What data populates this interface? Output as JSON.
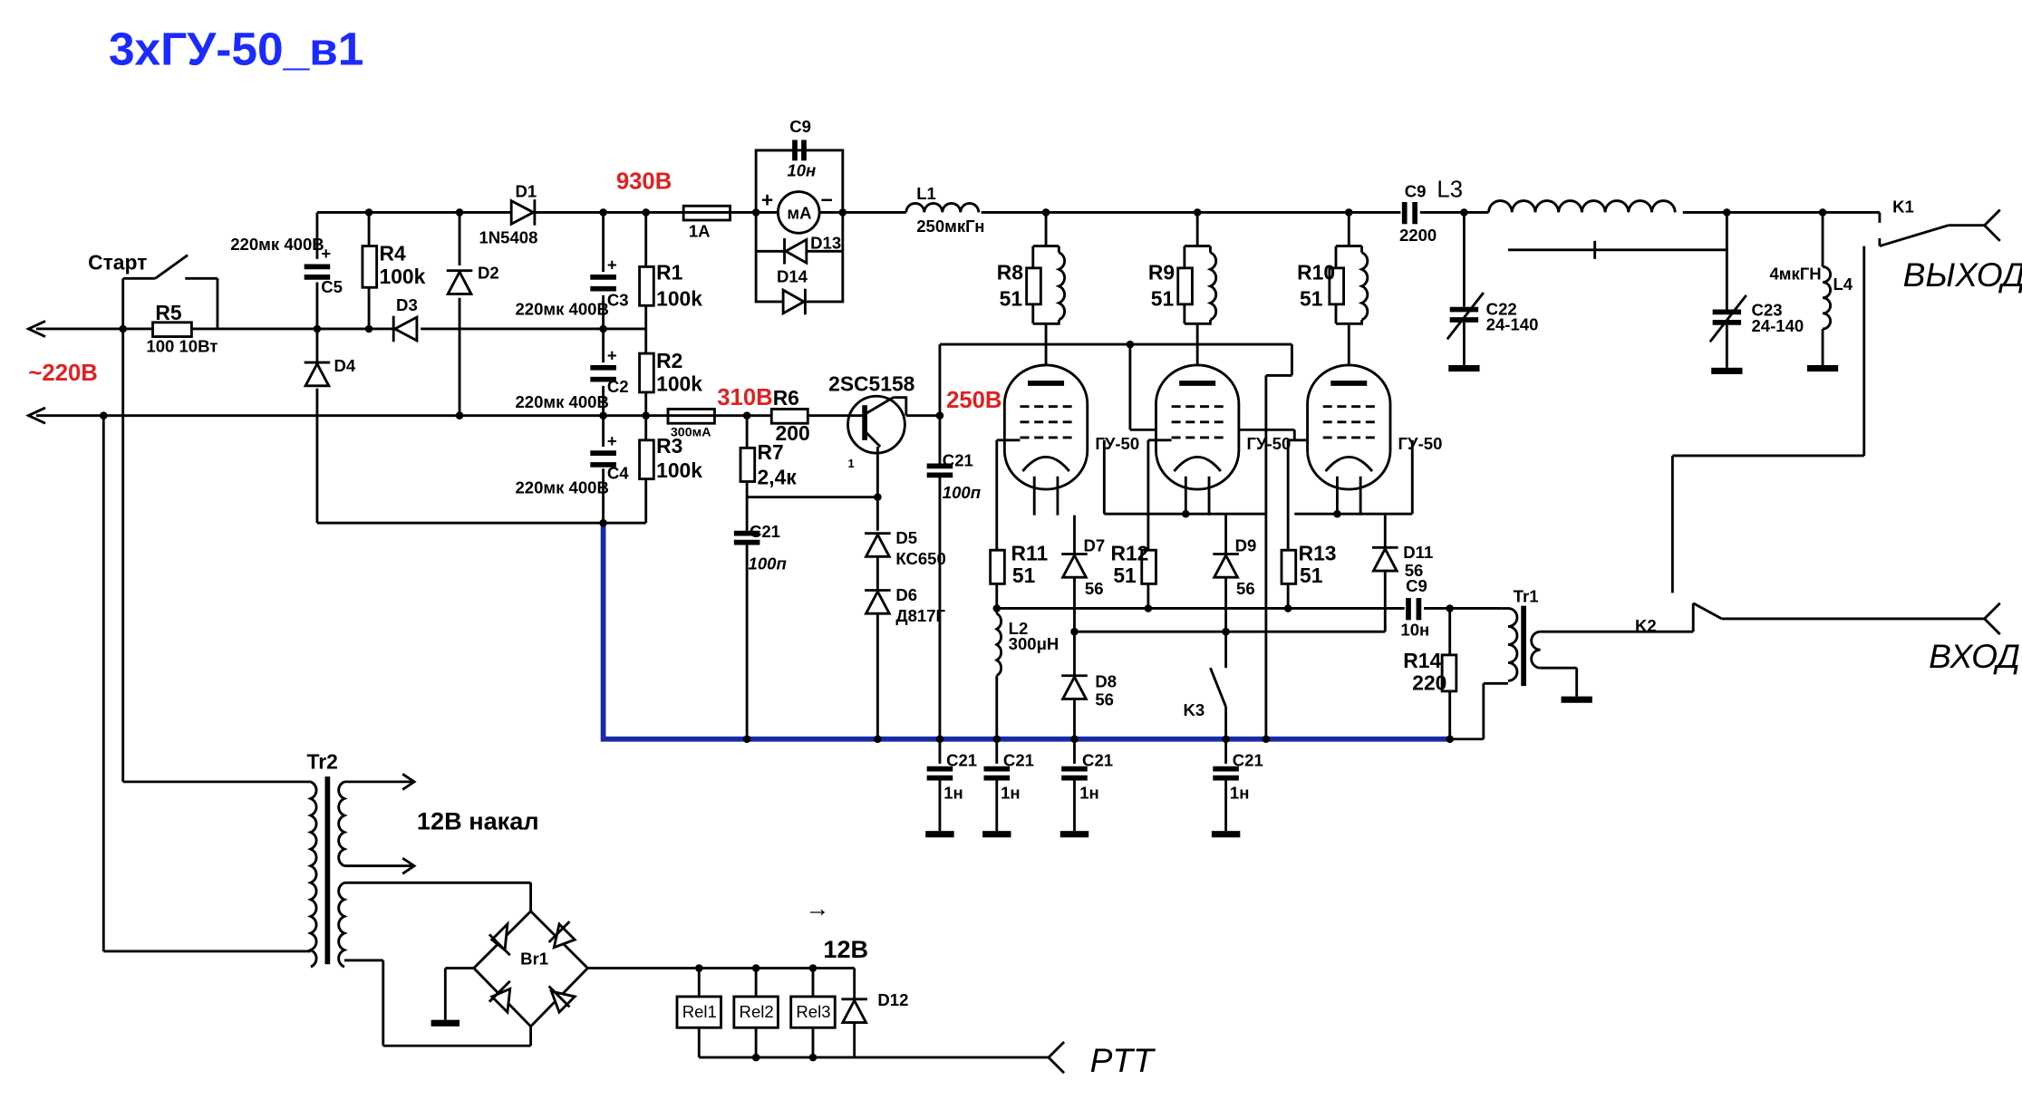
{
  "title": "3хГУ-50_в1",
  "colors": {
    "title": "#1b2aff",
    "voltage_marks": "#e02020",
    "bias_bus": "#1b2aa6",
    "lines": "#000000"
  },
  "voltages": {
    "v930": "930В",
    "v310": "310В",
    "v250": "250В",
    "mains": "~220В"
  },
  "ports": {
    "output": "ВЫХОД",
    "input": "ВХОД",
    "ptt": "PTT"
  },
  "switches": {
    "start": "Старт",
    "k1": "K1",
    "k2": "K2",
    "k3": "K3"
  },
  "supply": {
    "r5": "R5",
    "r5_val": "100 10Вт",
    "r4": "R4",
    "r4_val": "100k",
    "c5": "C5",
    "c5_val": "220мк 400В",
    "d1": "D1",
    "d1_val": "1N5408",
    "d2": "D2",
    "d3": "D3",
    "d4": "D4",
    "c3": "C3",
    "c3_val": "220мк 400В",
    "c2": "C2",
    "c2_val": "220мк 400В",
    "c4": "C4",
    "c4_val": "220мк 400В",
    "r1": "R1",
    "r1_val": "100k",
    "r2": "R2",
    "r2_val": "100k",
    "r3": "R3",
    "r3_val": "100k",
    "fuse_hv": "1А",
    "fuse_lv": "300мА",
    "meter": "мА",
    "meter_plus": "+",
    "meter_minus": "−",
    "c9_meter": "C9",
    "c9_meter_val": "10н",
    "d13": "D13",
    "d14": "D14",
    "l1": "L1",
    "l1_val": "250мкГн",
    "r6": "R6",
    "r6_val": "200",
    "r7": "R7",
    "r7_val": "2,4к",
    "transistor": "2SC5158",
    "pin1": "1",
    "c21_a": "C21",
    "c21_a_val": "100п",
    "c21_b": "C21",
    "c21_b_val": "100п",
    "d5": "D5",
    "d5_val": "КС650",
    "d6": "D6",
    "d6_val": "Д817Г"
  },
  "amp": {
    "r8": "R8",
    "r8_val": "51",
    "r9": "R9",
    "r9_val": "51",
    "r10": "R10",
    "r10_val": "51",
    "tube_label": "ГУ-50",
    "r11": "R11",
    "r11_val": "51",
    "r12": "R12",
    "r12_val": "51",
    "r13": "R13",
    "r13_val": "51",
    "d7": "D7",
    "d7_val": "56",
    "d9": "D9",
    "d9_val": "56",
    "d11": "D11",
    "d11_val": "56",
    "d8": "D8",
    "d8_val": "56",
    "l2": "L2",
    "l2_val": "300μH",
    "c21_g": "C21",
    "c21_g_val": "1н",
    "c9_in": "C9",
    "c9_in_val": "10н",
    "r14": "R14",
    "r14_val": "220",
    "tr1": "Tr1",
    "c9_out": "C9",
    "c9_out_val": "2200",
    "l3": "L3",
    "c22": "C22",
    "c22_val": "24-140",
    "c23": "C23",
    "c23_val": "24-140",
    "l4": "L4",
    "l4_val": "4мкГН"
  },
  "low_voltage": {
    "tr2": "Tr2",
    "filament": "12В накал",
    "br1": "Br1",
    "v12": "12В",
    "rel1": "Rel1",
    "rel2": "Rel2",
    "rel3": "Rel3",
    "d12": "D12",
    "arrow": "→"
  }
}
